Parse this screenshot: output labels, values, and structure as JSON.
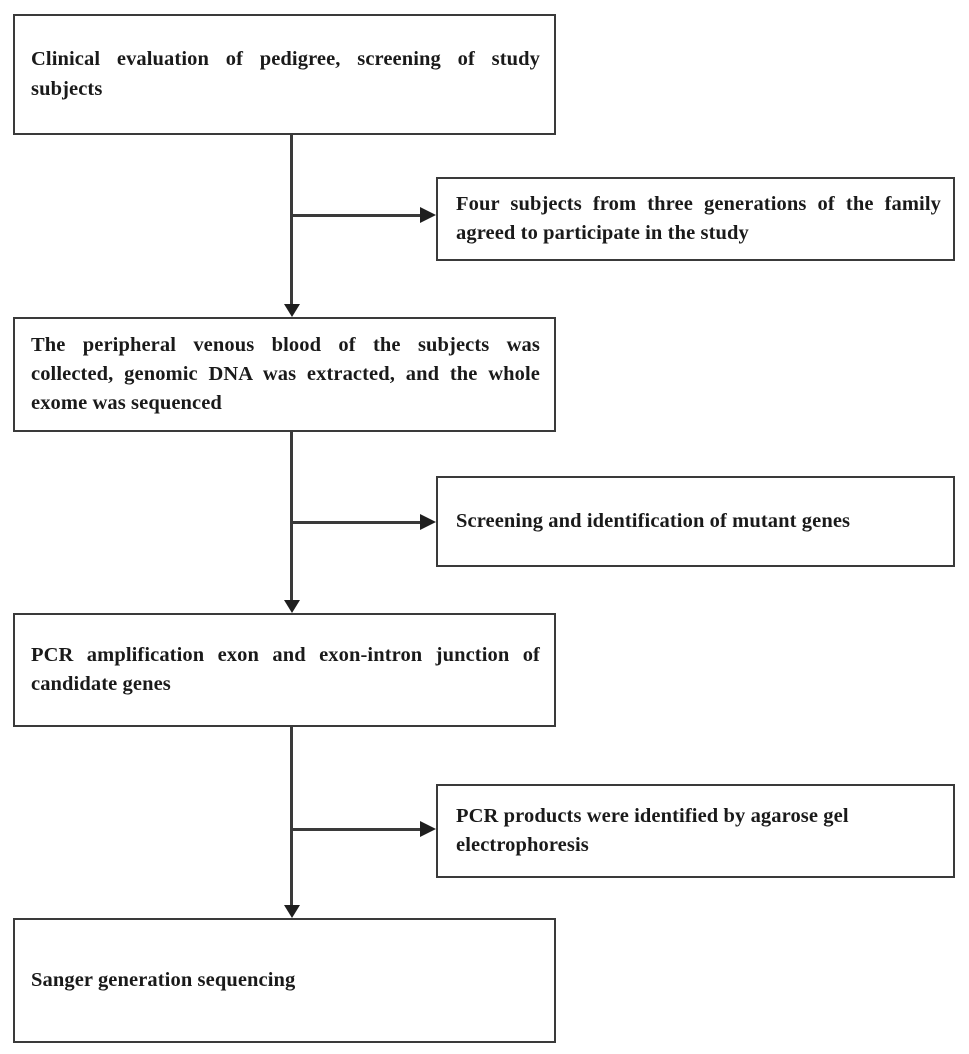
{
  "diagram": {
    "title": "Study workflow flowchart",
    "type": "flowchart",
    "orientation": "vertical",
    "colors": {
      "box_border": "#3a3a3a",
      "connector": "#3a3a3a",
      "arrowhead": "#1f1f1f",
      "text": "#1a1a1a",
      "background": "#ffffff"
    },
    "nodes": [
      {
        "id": "node-1",
        "kind": "main",
        "text": "Clinical evaluation of pedigree, screening of study subjects"
      },
      {
        "id": "node-2",
        "kind": "side",
        "text": "Four subjects from three generations of the family agreed to participate in the study"
      },
      {
        "id": "node-3",
        "kind": "main",
        "text": "The peripheral venous blood of the subjects was collected, genomic DNA was extracted, and the whole exome was sequenced"
      },
      {
        "id": "node-4",
        "kind": "side",
        "text": "Screening and identification of mutant genes"
      },
      {
        "id": "node-5",
        "kind": "main",
        "text": "PCR amplification exon and exon-intron junction of candidate genes"
      },
      {
        "id": "node-6",
        "kind": "side",
        "text": "PCR products were identified by agarose gel electrophoresis"
      },
      {
        "id": "node-7",
        "kind": "main",
        "text": "Sanger generation sequencing"
      }
    ],
    "edges": [
      {
        "id": "edge-1",
        "from": "node-1",
        "to": "node-3",
        "direction": "down",
        "arrowhead": "solid-triangle"
      },
      {
        "id": "edge-2",
        "from": "node-1",
        "to": "node-2",
        "direction": "right",
        "arrowhead": "solid-triangle"
      },
      {
        "id": "edge-3",
        "from": "node-3",
        "to": "node-5",
        "direction": "down",
        "arrowhead": "solid-triangle"
      },
      {
        "id": "edge-4",
        "from": "node-3",
        "to": "node-4",
        "direction": "right",
        "arrowhead": "solid-triangle"
      },
      {
        "id": "edge-5",
        "from": "node-5",
        "to": "node-7",
        "direction": "down",
        "arrowhead": "solid-triangle"
      },
      {
        "id": "edge-6",
        "from": "node-5",
        "to": "node-6",
        "direction": "right",
        "arrowhead": "solid-triangle"
      }
    ]
  }
}
